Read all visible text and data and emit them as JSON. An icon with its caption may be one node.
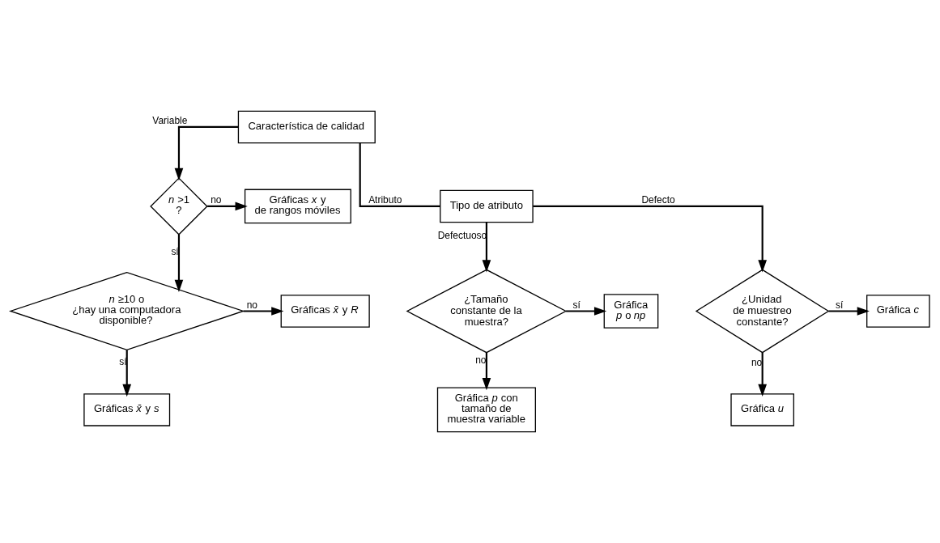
{
  "diagram": {
    "nodes": [
      {
        "text": [
          "Característica de calidad"
        ]
      },
      {
        "text": [
          "Tipo de atributo"
        ]
      },
      {
        "text": [
          "*n* >1 ?"
        ]
      },
      {
        "text": [
          "Gráficas *x* y de rangos móviles"
        ]
      },
      {
        "text": [
          "*n* ≥10 o ¿hay una computadora disponible?"
        ]
      },
      {
        "text": [
          "Gráficas *x̄* y *R*"
        ]
      },
      {
        "text": [
          "Gráficas *x̄* y *s*"
        ]
      },
      {
        "text": [
          "¿Tamaño constante de la muestra?"
        ]
      },
      {
        "text": [
          "Gráfica *p* o *np*"
        ]
      },
      {
        "text": [
          "Gráfica *p* con tamaño de muestra variable"
        ]
      },
      {
        "text": [
          "¿Unidad de muestreo constante?"
        ]
      },
      {
        "text": [
          "Gráfica *c*"
        ]
      },
      {
        "text": [
          "Gráfica *u*"
        ]
      }
    ],
    "edges": [
      {
        "from": 0,
        "to": 2,
        "arrow": "to",
        "label": "Variable"
      },
      {
        "from": 0,
        "to": 1,
        "arrow": "none",
        "label": "Atributo"
      },
      {
        "from": 2,
        "to": 3,
        "arrow": "to",
        "label": "no"
      },
      {
        "from": 2,
        "to": 4,
        "arrow": "to",
        "label": "sí"
      },
      {
        "from": 4,
        "to": 5,
        "arrow": "to",
        "label": "no"
      },
      {
        "from": 4,
        "to": 6,
        "arrow": "to",
        "label": "sí"
      },
      {
        "from": 1,
        "to": 7,
        "arrow": "to",
        "label": "Defectuoso"
      },
      {
        "from": 1,
        "to": 10,
        "arrow": "to",
        "label": "Defecto"
      },
      {
        "from": 7,
        "to": 8,
        "arrow": "to",
        "label": "sí"
      },
      {
        "from": 7,
        "to": 9,
        "arrow": "to",
        "label": "no"
      },
      {
        "from": 10,
        "to": 11,
        "arrow": "to",
        "label": "sí"
      },
      {
        "from": 10,
        "to": 12,
        "arrow": "to",
        "label": "no"
      }
    ]
  }
}
